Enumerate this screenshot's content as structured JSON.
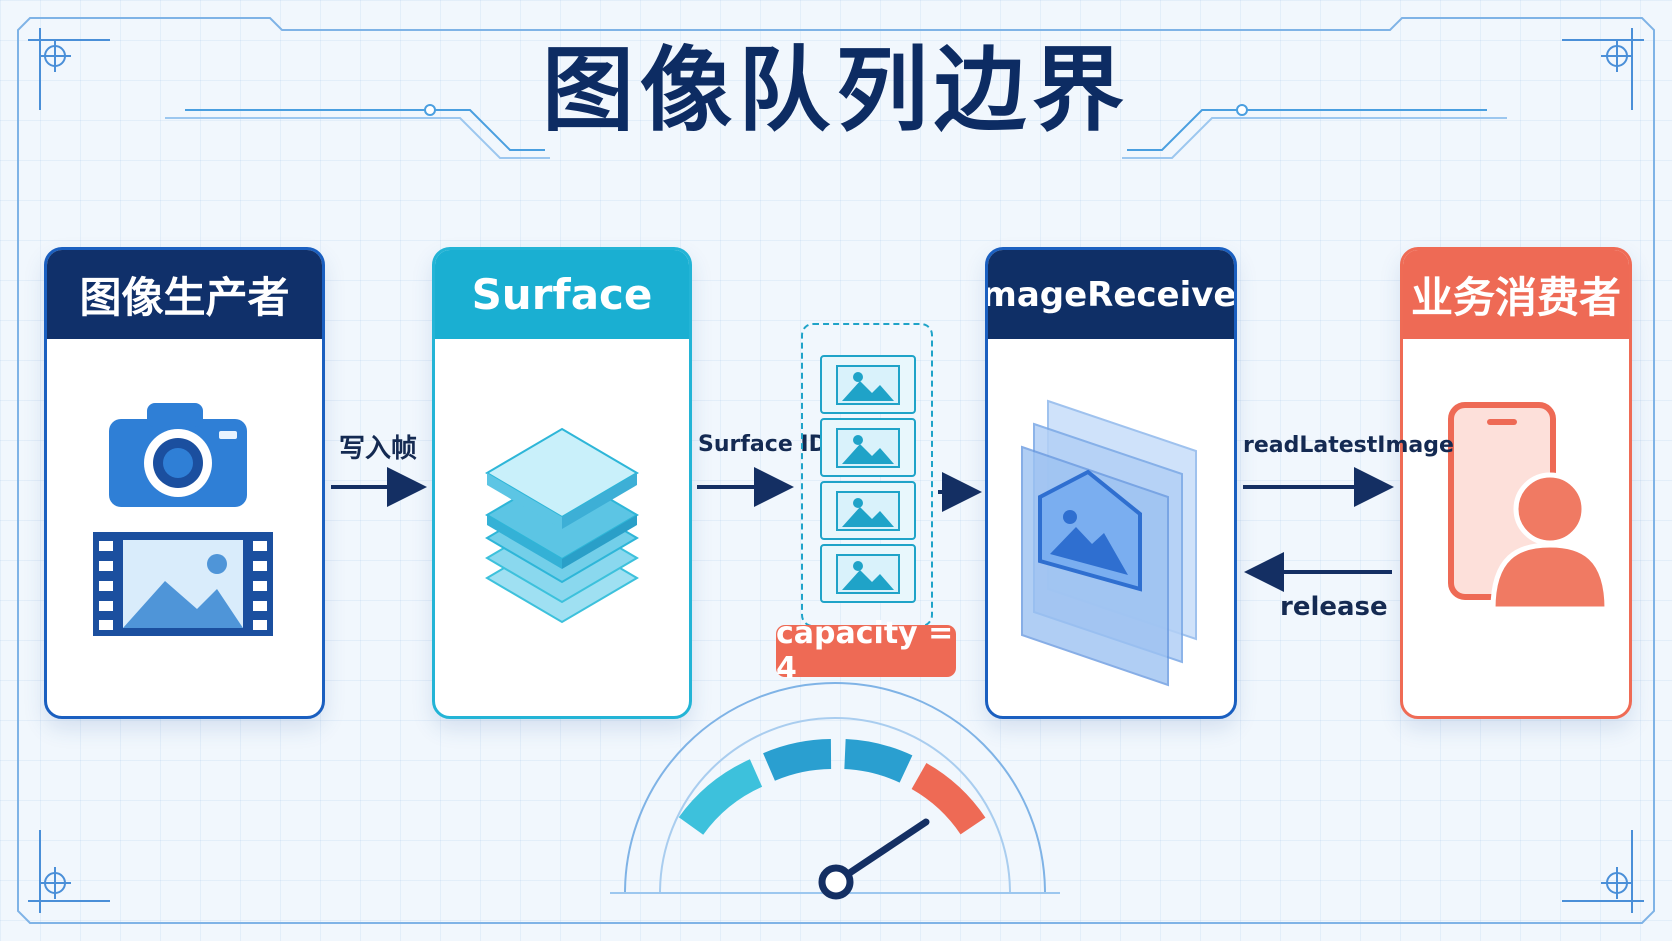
{
  "title": "图像队列边界",
  "producer": {
    "header": "图像生产者",
    "icons": [
      "camera-icon",
      "film-frame-icon"
    ]
  },
  "surface": {
    "header": "Surface",
    "icons": [
      "stacked-layers-icon"
    ]
  },
  "receiver": {
    "header": "ImageReceiver",
    "icons": [
      "image-layers-icon"
    ]
  },
  "consumer": {
    "header": "业务消费者",
    "icons": [
      "phone-user-icon"
    ]
  },
  "arrows": {
    "write_frame": "写入帧",
    "surface_id": "Surface ID",
    "read_latest": "readLatestImage",
    "release": "release"
  },
  "queue": {
    "slot_count": 4,
    "capacity_label": "capacity = 4",
    "slot_icon": "image-icon"
  },
  "gauge": {
    "icon": "gauge-icon",
    "segments": [
      "#3dc1dc",
      "#2a9fd0",
      "#2a9fd0",
      "#2a9fd0",
      "#ee6a55"
    ]
  },
  "colors": {
    "navy": "#0d2c63",
    "cyan": "#1aafd2",
    "coral": "#ee6a55",
    "blue": "#1a5fc0"
  }
}
